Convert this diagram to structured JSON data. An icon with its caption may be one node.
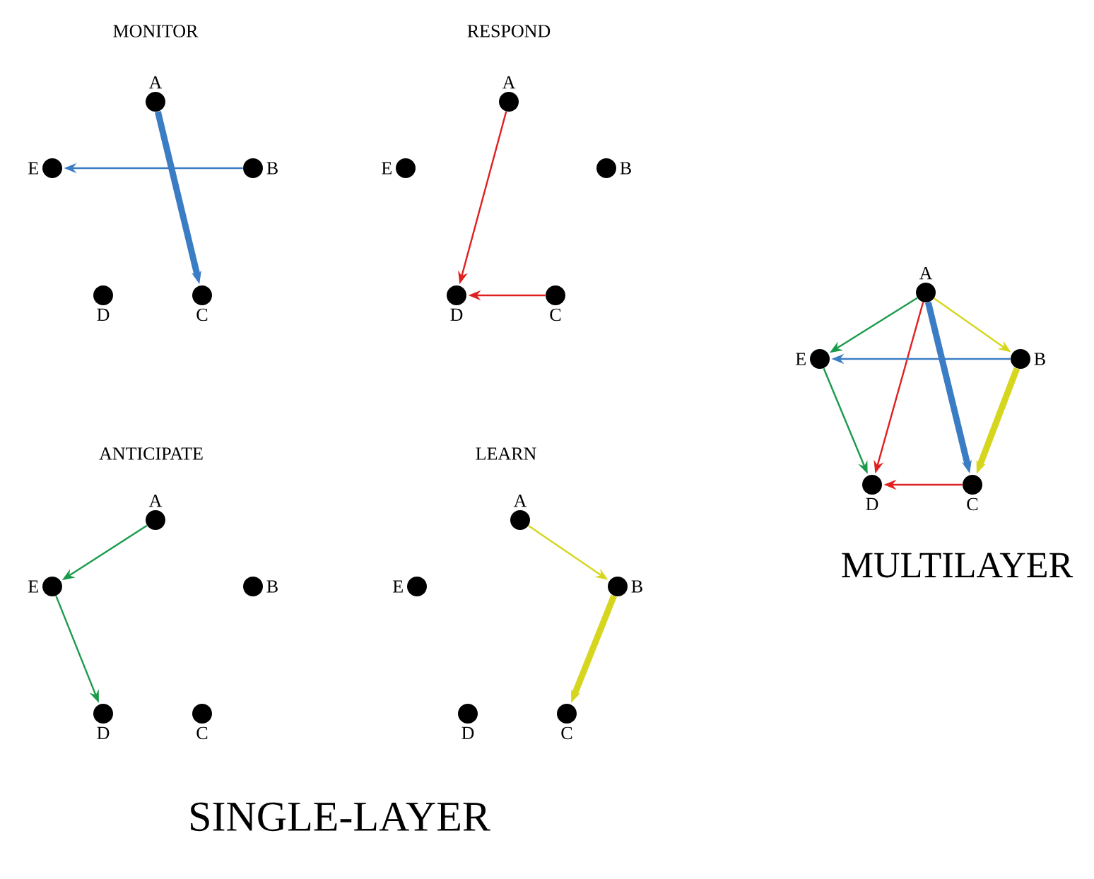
{
  "diagram": {
    "nodes": [
      {
        "text": [
          "A"
        ]
      },
      {
        "text": [
          "E"
        ]
      },
      {
        "text": [
          "B"
        ]
      },
      {
        "text": [
          "D"
        ]
      },
      {
        "text": [
          "C"
        ]
      },
      {
        "text": [
          "A"
        ]
      },
      {
        "text": [
          "E"
        ]
      },
      {
        "text": [
          "B"
        ]
      },
      {
        "text": [
          "D"
        ]
      },
      {
        "text": [
          "C"
        ]
      },
      {
        "text": [
          "A"
        ]
      },
      {
        "text": [
          "E"
        ]
      },
      {
        "text": [
          "B"
        ]
      },
      {
        "text": [
          "D"
        ]
      },
      {
        "text": [
          "C"
        ]
      },
      {
        "text": [
          "A"
        ]
      },
      {
        "text": [
          "E"
        ]
      },
      {
        "text": [
          "B"
        ]
      },
      {
        "text": [
          "D"
        ]
      },
      {
        "text": [
          "C"
        ]
      },
      {
        "text": [
          "A"
        ]
      },
      {
        "text": [
          "E"
        ]
      },
      {
        "text": [
          "B"
        ]
      },
      {
        "text": [
          "D"
        ]
      },
      {
        "text": [
          "C"
        ]
      }
    ],
    "edges": [
      {
        "from": 2,
        "to": 1,
        "arrow": "to",
        "color": "#3b7dc4"
      },
      {
        "from": 0,
        "to": 4,
        "arrow": "to",
        "style": "thick",
        "color": "#3b7dc4"
      },
      {
        "from": 5,
        "to": 8,
        "arrow": "to",
        "color": "#e02020"
      },
      {
        "from": 9,
        "to": 8,
        "arrow": "to",
        "color": "#e02020"
      },
      {
        "from": 10,
        "to": 11,
        "arrow": "to",
        "color": "#1a9a4a"
      },
      {
        "from": 11,
        "to": 13,
        "arrow": "to",
        "color": "#1a9a4a"
      },
      {
        "from": 15,
        "to": 17,
        "arrow": "to",
        "color": "#d6d61e"
      },
      {
        "from": 17,
        "to": 19,
        "arrow": "to",
        "style": "thick",
        "color": "#d6d61e"
      },
      {
        "from": 20,
        "to": 21,
        "arrow": "to",
        "color": "#1a9a4a"
      },
      {
        "from": 21,
        "to": 23,
        "arrow": "to",
        "color": "#1a9a4a"
      },
      {
        "from": 20,
        "to": 22,
        "arrow": "to",
        "color": "#d6d61e"
      },
      {
        "from": 22,
        "to": 24,
        "arrow": "to",
        "style": "thick",
        "color": "#d6d61e"
      },
      {
        "from": 20,
        "to": 23,
        "arrow": "to",
        "color": "#e02020"
      },
      {
        "from": 24,
        "to": 23,
        "arrow": "to",
        "color": "#e02020"
      },
      {
        "from": 22,
        "to": 21,
        "arrow": "to",
        "color": "#3b7dc4"
      },
      {
        "from": 20,
        "to": 24,
        "arrow": "to",
        "style": "thick",
        "color": "#3b7dc4"
      }
    ],
    "labels": [
      "MONITOR",
      "RESPOND",
      "ANTICIPATE",
      "LEARN",
      "MULTILAYER",
      "SINGLE-LAYER"
    ]
  }
}
